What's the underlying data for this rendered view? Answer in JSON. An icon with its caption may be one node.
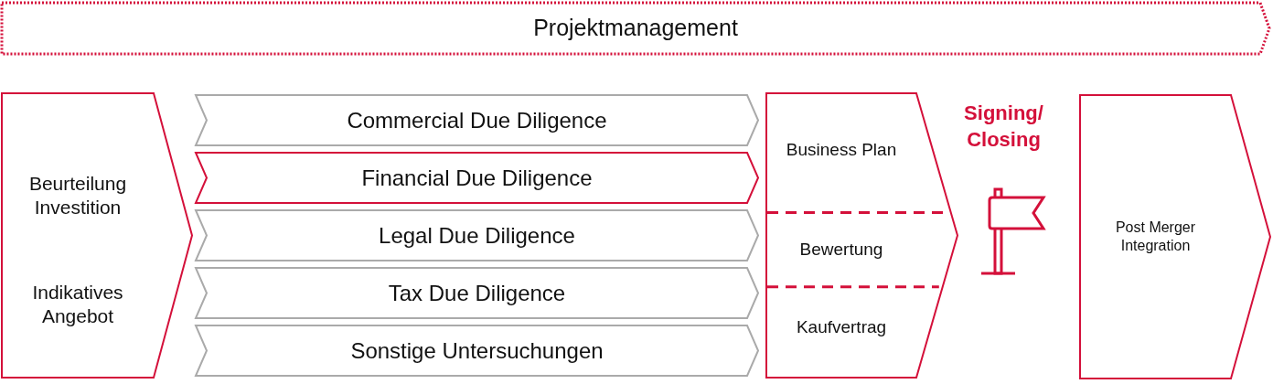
{
  "diagram": {
    "nodes": [
      {
        "text": [
          "Projektmanagement"
        ]
      },
      {
        "text": [
          "Beurteilung Investition",
          "Indikatives Angebot"
        ]
      },
      {
        "text": [
          "Commercial Due Diligence"
        ]
      },
      {
        "text": [
          "Financial Due Diligence"
        ]
      },
      {
        "text": [
          "Legal Due Diligence"
        ]
      },
      {
        "text": [
          "Tax Due Diligence"
        ]
      },
      {
        "text": [
          "Sonstige Untersuchungen"
        ]
      },
      {
        "text": [
          "Business Plan",
          "Bewertung",
          "Kaufvertrag"
        ]
      },
      {
        "text": [
          "Post Merger Integration"
        ]
      }
    ],
    "labels": [
      "Signing/ Closing"
    ]
  }
}
